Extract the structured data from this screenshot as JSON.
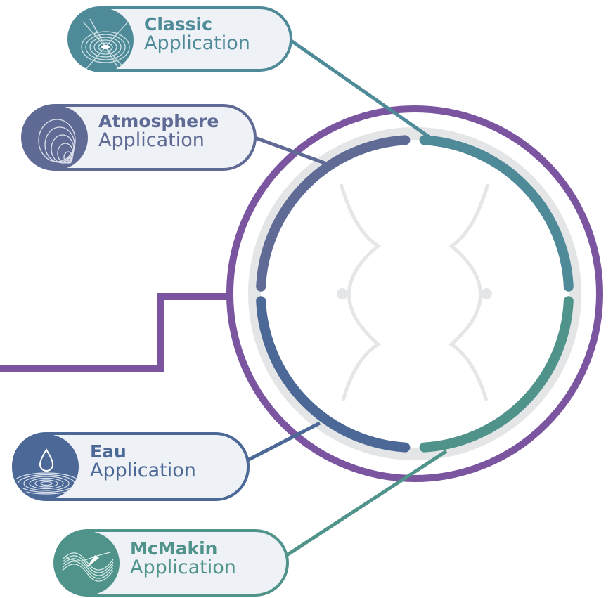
{
  "colors": {
    "purple": "#7b55a0",
    "classic": "#4f8a98",
    "atmosphere": "#5f6b95",
    "eau": "#4c6896",
    "mcmakin": "#4f938b",
    "device": "#e3e4e5"
  },
  "apps": [
    {
      "name": "Classic",
      "sub": "Application",
      "icon": "concentric-ring-icon"
    },
    {
      "name": "Atmosphere",
      "sub": "Application",
      "icon": "spiral-rings-icon"
    },
    {
      "name": "Eau",
      "sub": "Application",
      "icon": "water-drop-ripple-icon"
    },
    {
      "name": "McMakin",
      "sub": "Application",
      "icon": "wave-lines-icon"
    }
  ]
}
